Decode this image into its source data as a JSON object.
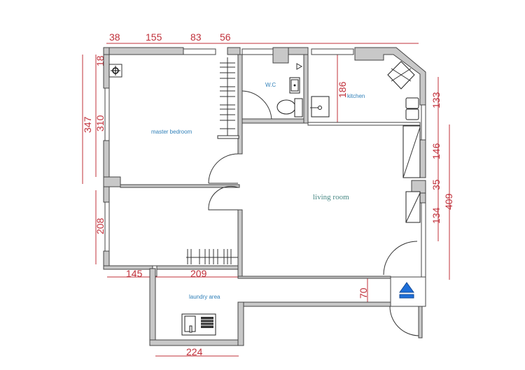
{
  "plan": {
    "rooms": [
      {
        "id": "master-bedroom",
        "label": "master bedroom"
      },
      {
        "id": "wc",
        "label": "W.C"
      },
      {
        "id": "kitchen",
        "label": "kitchen"
      },
      {
        "id": "living-room",
        "label": "living room"
      },
      {
        "id": "laundry-area",
        "label": "laundry area"
      }
    ],
    "dimensions": {
      "top": [
        "38",
        "155",
        "83",
        "56"
      ],
      "left_outer": "347",
      "left_inner_top": "18",
      "left_inner_main": "310",
      "left_lower": "208",
      "bottom_left": "145",
      "bottom_right": "209",
      "laundry_bottom": "224",
      "kitchen_height": "186",
      "corridor_width": "70",
      "right_outer": "409",
      "right_segments": [
        "133",
        "146",
        "35",
        "134"
      ]
    },
    "icons": {
      "entrance": "entrance-triangle-icon",
      "light": "ceiling-light-icon"
    },
    "colors": {
      "dimension": "#c0303a",
      "room_label": "#2f7fb8",
      "wall_fill": "#c8c8c8",
      "entrance": "#1e6fd9"
    }
  }
}
